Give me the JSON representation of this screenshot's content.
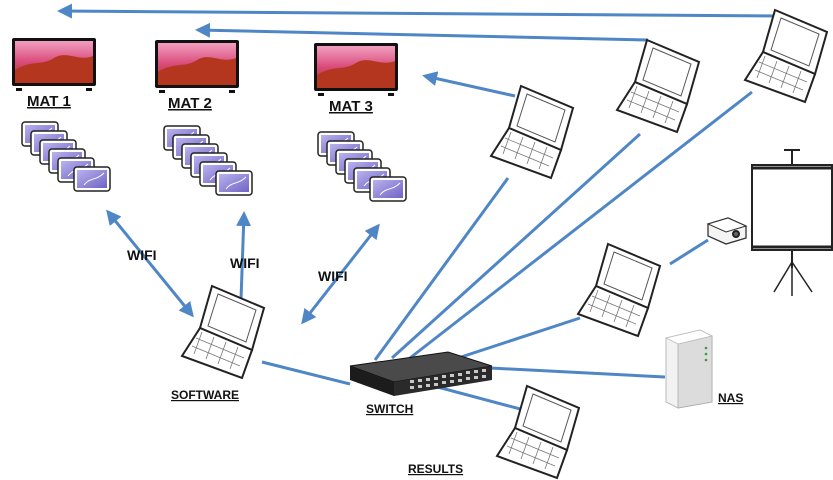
{
  "colors": {
    "link": "#4f86c6",
    "label": "#111111",
    "screen_sky": "#d94b7a",
    "screen_land": "#b5361e",
    "tablet_screen": "#8e86d6",
    "switch_body": "#2a2a2a",
    "nas_body": "#f2f2f2"
  },
  "labels": {
    "mat1": "MAT 1",
    "mat2": "MAT 2",
    "mat3": "MAT 3",
    "wifi1": "WIFI",
    "wifi2": "WIFI",
    "wifi3": "WIFI",
    "software": "SOFTWARE",
    "switch": "SWITCH",
    "nas": "NAS",
    "results": "RESULTS"
  },
  "icons": {
    "tv": "tv-icon",
    "tablet": "tablet-icon",
    "laptop": "laptop-icon",
    "switch": "network-switch-icon",
    "nas": "nas-icon",
    "projector": "projector-icon",
    "screen": "projection-screen-icon"
  }
}
